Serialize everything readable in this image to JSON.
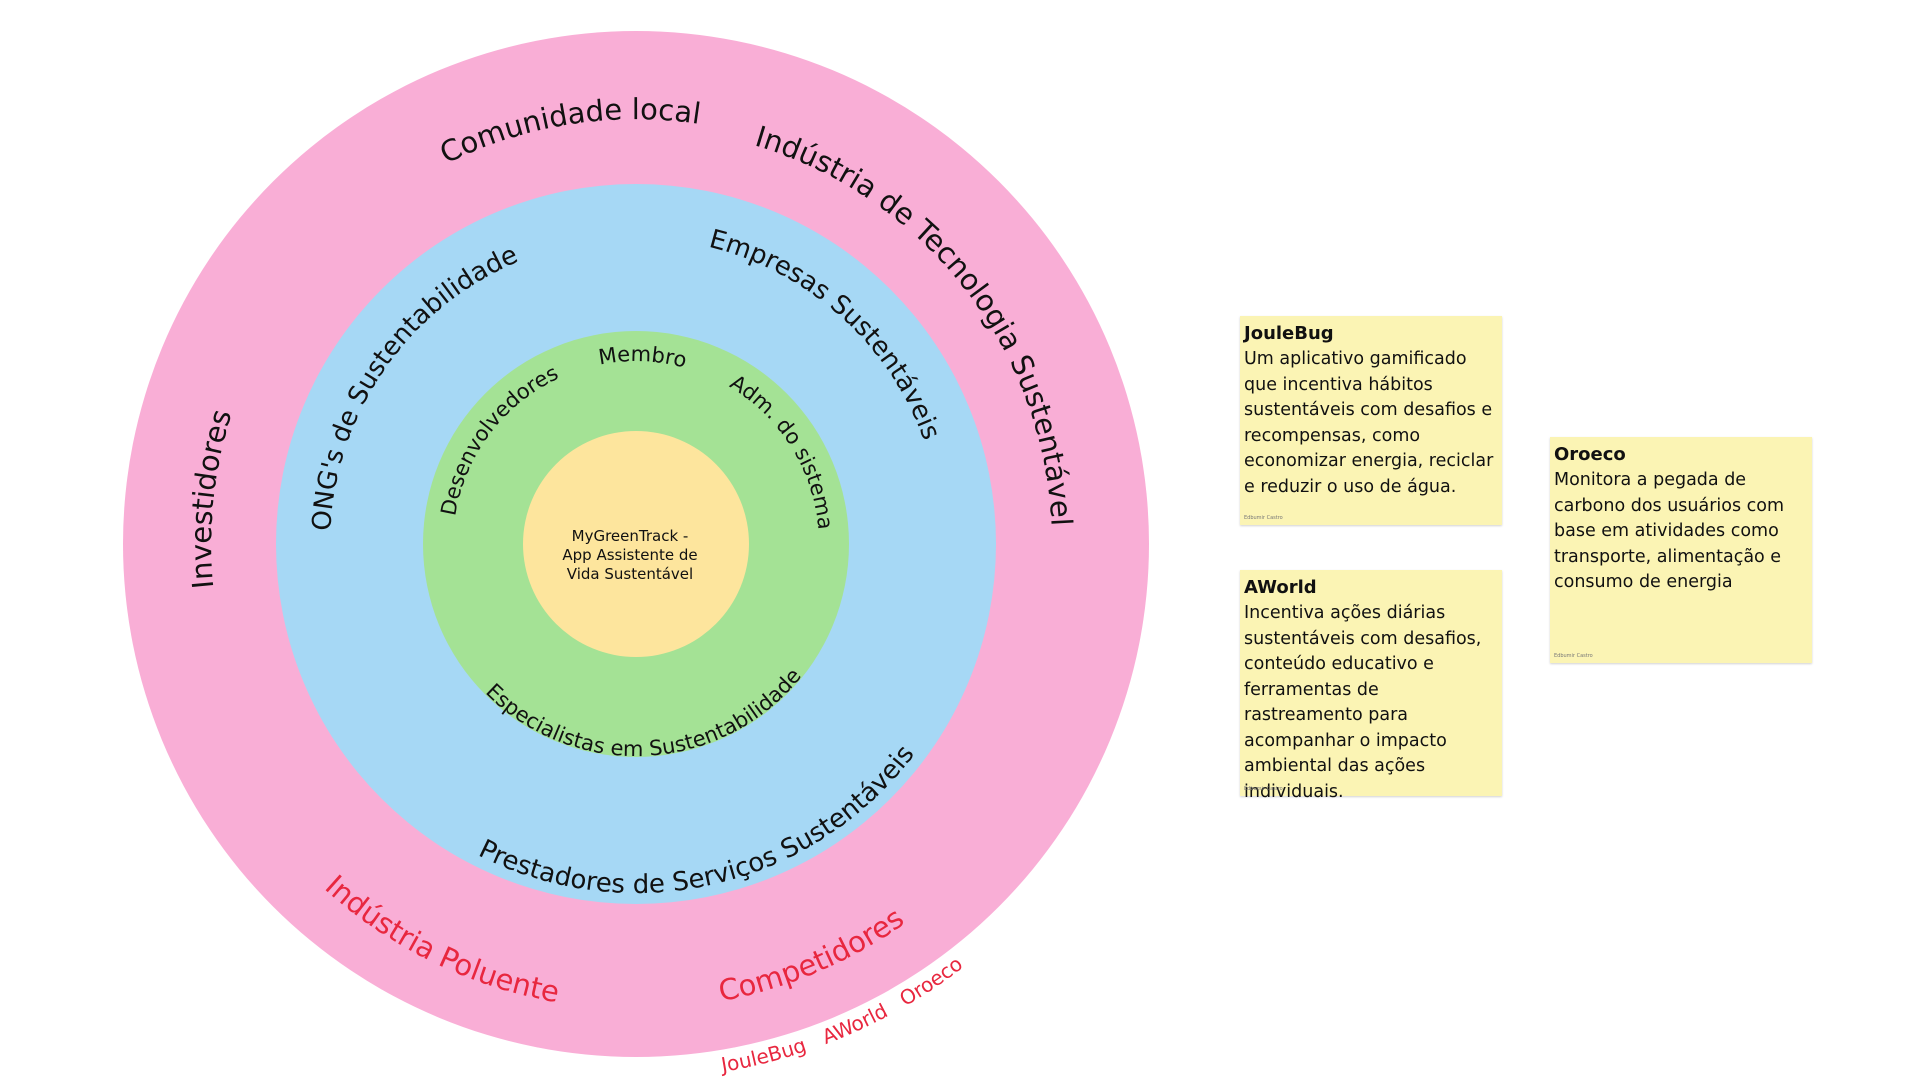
{
  "colors": {
    "outer_ring": "#f9aed6",
    "stakeholder_ring": "#a6d8f5",
    "team_ring": "#a4e295",
    "core": "#fde59d",
    "note": "#fbf4b4",
    "competitor_text": "#e8273f",
    "text": "#111111"
  },
  "diagram": {
    "core": {
      "line1": "MyGreenTrack -",
      "line2": "App Assistente de",
      "line3": "Vida Sustentável"
    },
    "team_ring": {
      "membro": "Membro",
      "desenvolvedores": "Desenvolvedores",
      "adm_sistema": "Adm. do sistema",
      "especialistas": "Especialistas em Sustentabilidade"
    },
    "stakeholder_ring": {
      "ongs": "ONG's de Sustentabilidade",
      "empresas": "Empresas Sustentáveis",
      "prestadores": "Prestadores de Serviços Sustentáveis"
    },
    "outer_ring": {
      "comunidade": "Comunidade local",
      "industria_tec": "Indústria de Tecnologia Sustentável",
      "investidores": "Investidores",
      "industria_poluente": "Indústria Poluente",
      "competidores": "Competidores",
      "joulebug": "JouleBug",
      "aworld": "AWorld",
      "oroeco": "Oroeco"
    }
  },
  "notes": {
    "joulebug": {
      "title": "JouleBug",
      "body": "Um aplicativo gamificado que incentiva hábitos sustentáveis com desafios e recompensas, como economizar energia, reciclar e reduzir o uso de água.",
      "author": "Edbumir Castro"
    },
    "aworld": {
      "title": "AWorld",
      "body": "Incentiva ações diárias sustentáveis com desafios, conteúdo educativo e ferramentas de rastreamento para acompanhar o impacto ambiental das ações individuais.",
      "author": "Edbumir Castro"
    },
    "oroeco": {
      "title": "Oroeco",
      "body": "Monitora a pegada de carbono dos usuários com base em atividades como transporte, alimentação e consumo de energia",
      "author": "Edbumir Castro"
    }
  }
}
